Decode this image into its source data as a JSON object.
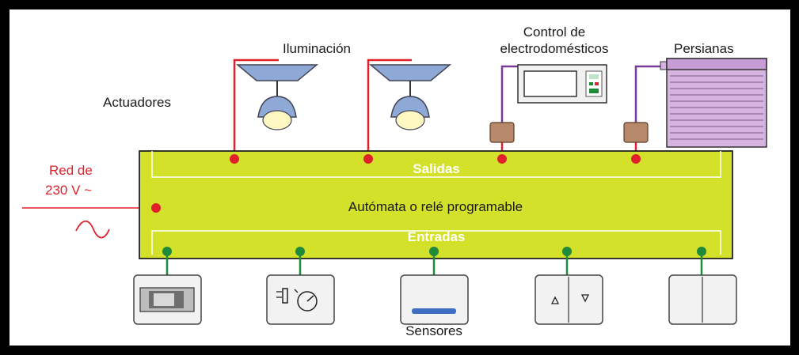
{
  "labels": {
    "illumination": "Iluminación",
    "appliance_control_line1": "Control de",
    "appliance_control_line2": "electrodomésticos",
    "blinds": "Persianas",
    "actuators": "Actuadores",
    "mains_line1": "Red de",
    "mains_line2": "230 V ~",
    "outputs": "Salidas",
    "controller": "Autómata o relé programable",
    "inputs": "Entradas",
    "sensors": "Sensores"
  },
  "colors": {
    "controller_fill": "#d4e12a",
    "output_wire": "#e0202a",
    "input_wire": "#1f8a3a",
    "appliance_wire": "#7a3a98",
    "blind_fill": "#d6b4e0",
    "lamp_shade": "#8fa9d6"
  }
}
